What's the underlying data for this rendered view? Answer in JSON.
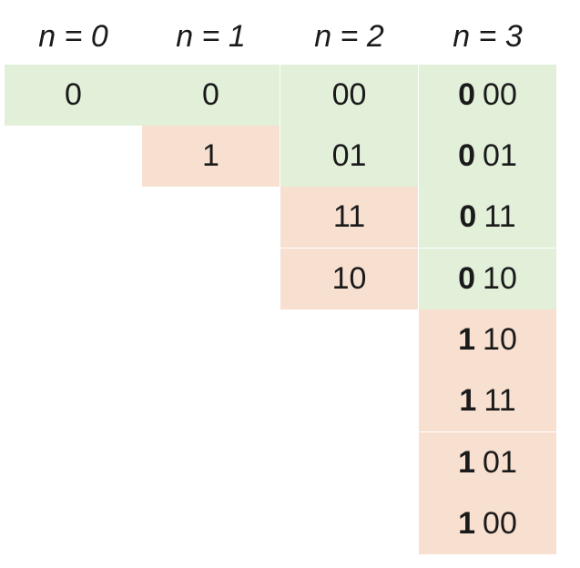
{
  "headers": [
    "n = 0",
    "n = 1",
    "n = 2",
    "n = 3"
  ],
  "columns": {
    "n0": [
      "0"
    ],
    "n1": [
      "0",
      "1"
    ],
    "n2": [
      "00",
      "01",
      "11",
      "10"
    ],
    "n3": [
      {
        "prefix": "0",
        "rest": "00"
      },
      {
        "prefix": "0",
        "rest": "01"
      },
      {
        "prefix": "0",
        "rest": "11"
      },
      {
        "prefix": "0",
        "rest": "10"
      },
      {
        "prefix": "1",
        "rest": "10"
      },
      {
        "prefix": "1",
        "rest": "11"
      },
      {
        "prefix": "1",
        "rest": "01"
      },
      {
        "prefix": "1",
        "rest": "00"
      }
    ]
  },
  "colors": {
    "original_half": "#e2efd9",
    "reflected_half": "#f8e0d0"
  }
}
